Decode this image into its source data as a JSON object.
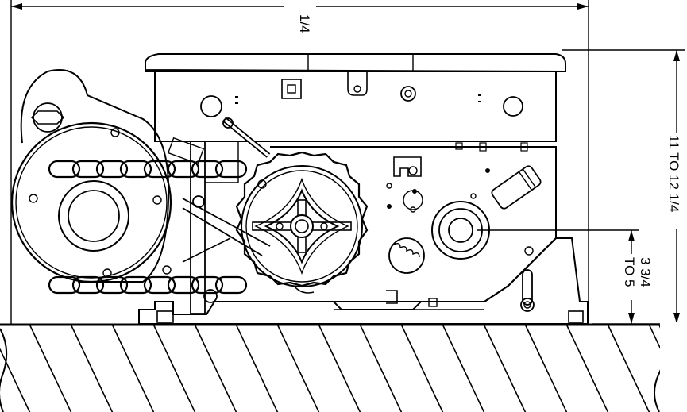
{
  "dimensions": {
    "overall_width": "1/4",
    "height_range_line1": "11 TO 12 1/4",
    "clearance_line1": "3 3/4",
    "clearance_line2": "TO 5"
  },
  "colors": {
    "line": "#000000",
    "background": "#ffffff"
  },
  "icons": [
    "chain-icon",
    "sprocket-icon",
    "motor-icon",
    "bolt-icon",
    "ground-hatch-icon"
  ]
}
